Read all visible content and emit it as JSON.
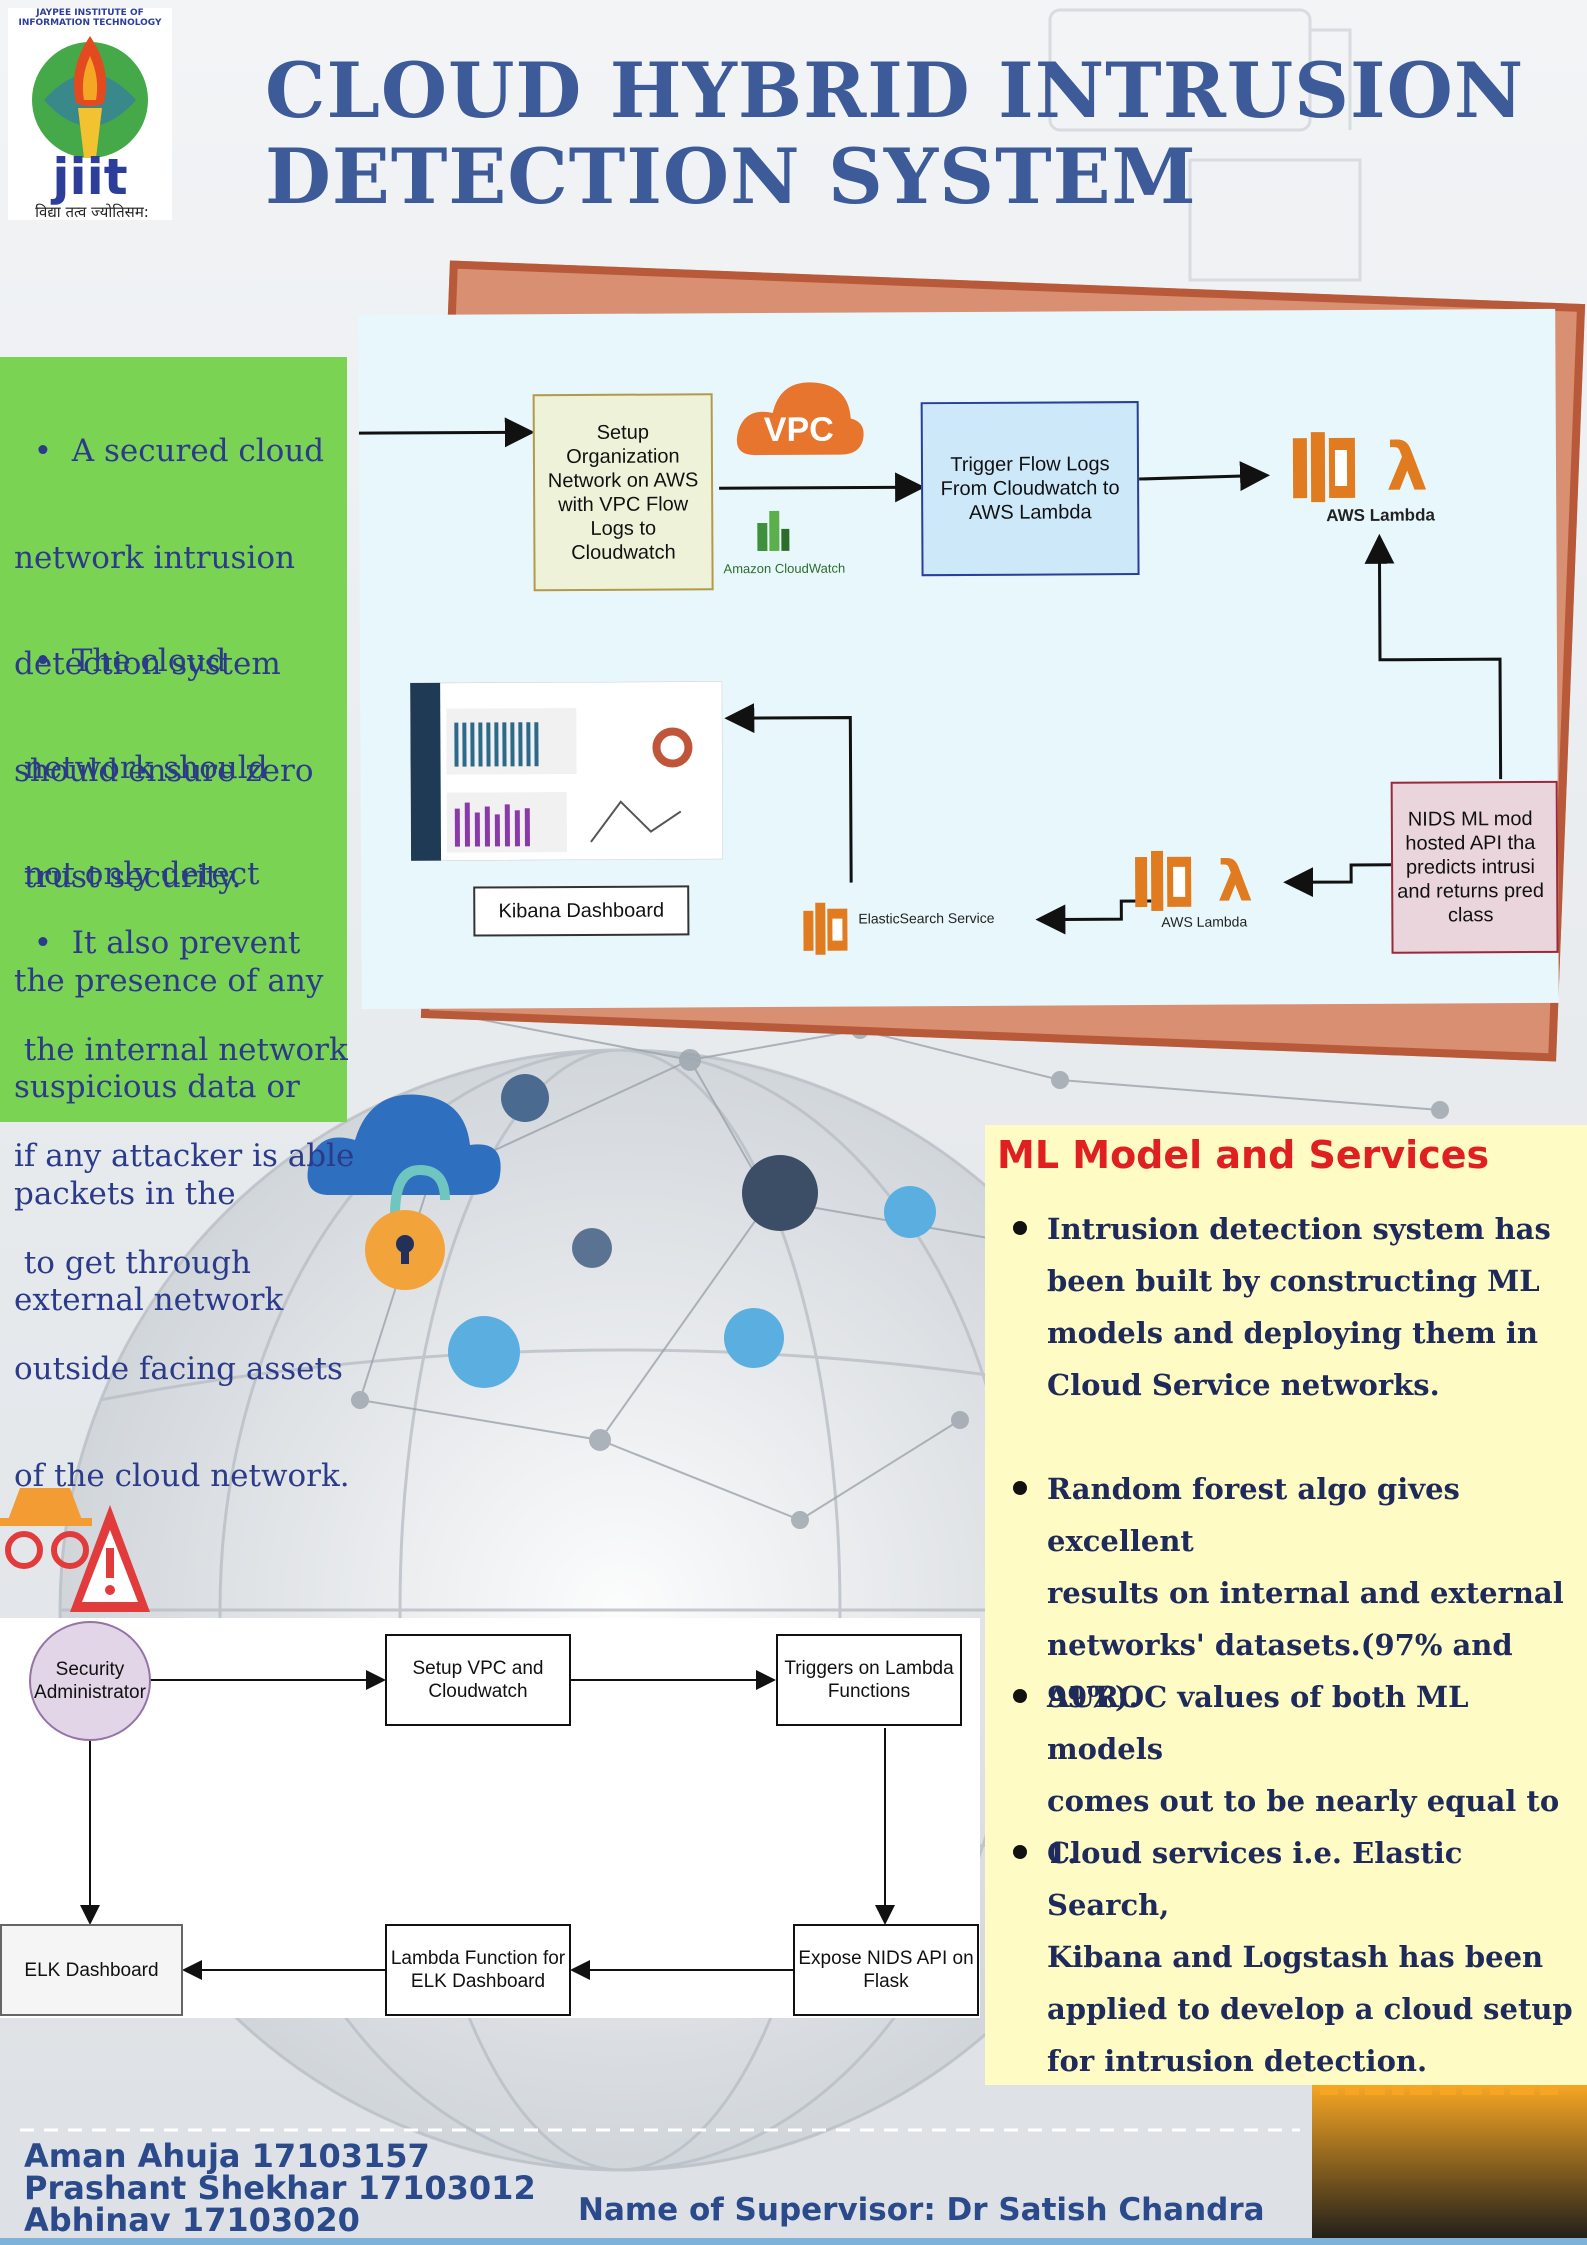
{
  "logo": {
    "arc_text": "JAYPEE INSTITUTE OF INFORMATION TECHNOLOGY",
    "wordmark": "jiit",
    "motto": "विद्या तत्व ज्योतिसम:"
  },
  "title": {
    "line1": "CLOUD  HYBRID INTRUSION",
    "line2": "DETECTION SYSTEM"
  },
  "left_panel": {
    "paragraphs": [
      [
        "  •  A secured cloud",
        "network intrusion",
        "detection system",
        "should ensure zero",
        " trust security."
      ],
      [
        "  •  The cloud",
        " network should",
        " not only detect",
        "the presence of any",
        "suspicious data or",
        "packets in the",
        "external network"
      ],
      [
        "  •  It also prevent",
        " the internal network",
        "if any attacker is able",
        " to get through",
        "outside facing assets",
        "of the cloud network."
      ]
    ]
  },
  "architecture": {
    "setup_node": [
      "Setup",
      "Organization",
      "Network on AWS",
      "with VPC Flow",
      "Logs to",
      "Cloudwatch"
    ],
    "vpc_label": "VPC",
    "cloudwatch_label": "Amazon CloudWatch",
    "trigger_node": [
      "Trigger Flow Logs",
      "From Cloudwatch to",
      "AWS Lambda"
    ],
    "lambda_top_label": "AWS Lambda",
    "lambda_bottom_label": "AWS Lambda",
    "nids_node": [
      "NIDS ML mod",
      "hosted API tha",
      "predicts intrusi",
      "and returns pred",
      "class"
    ],
    "elastic_label": "ElasticSearch Service",
    "kibana_label": "Kibana Dashboard"
  },
  "ml_section": {
    "title": "ML Model and Services",
    "items": [
      [
        "Intrusion detection system has",
        "been built by constructing ML",
        "models and deploying them in",
        "Cloud Service networks."
      ],
      [
        "Random forest algo gives excellent",
        "results on internal and external",
        "networks' datasets.(97% and 99%)."
      ],
      [
        "AUROC values of both ML models",
        "comes out to be nearly equal to 1."
      ],
      [
        "Cloud services i.e. Elastic Search,",
        "Kibana and Logstash has been",
        "applied to develop a cloud setup",
        "for intrusion detection."
      ]
    ]
  },
  "flowchart": {
    "security_admin": [
      "Security",
      "Administrator"
    ],
    "setup_vpc": [
      "Setup VPC and",
      "Cloudwatch"
    ],
    "triggers": [
      "Triggers on Lambda",
      "Functions"
    ],
    "expose_api": [
      "Expose NIDS API  on",
      "Flask"
    ],
    "lambda_elk": [
      "Lambda Function for",
      "ELK Dashboard"
    ],
    "elk_dashboard": "ELK Dashboard"
  },
  "footer": {
    "authors": [
      "Aman Ahuja   17103157",
      "Prashant Shekhar   17103012",
      "Abhinav   17103020"
    ],
    "supervisor": "Name of Supervisor:  Dr Satish Chandra"
  }
}
